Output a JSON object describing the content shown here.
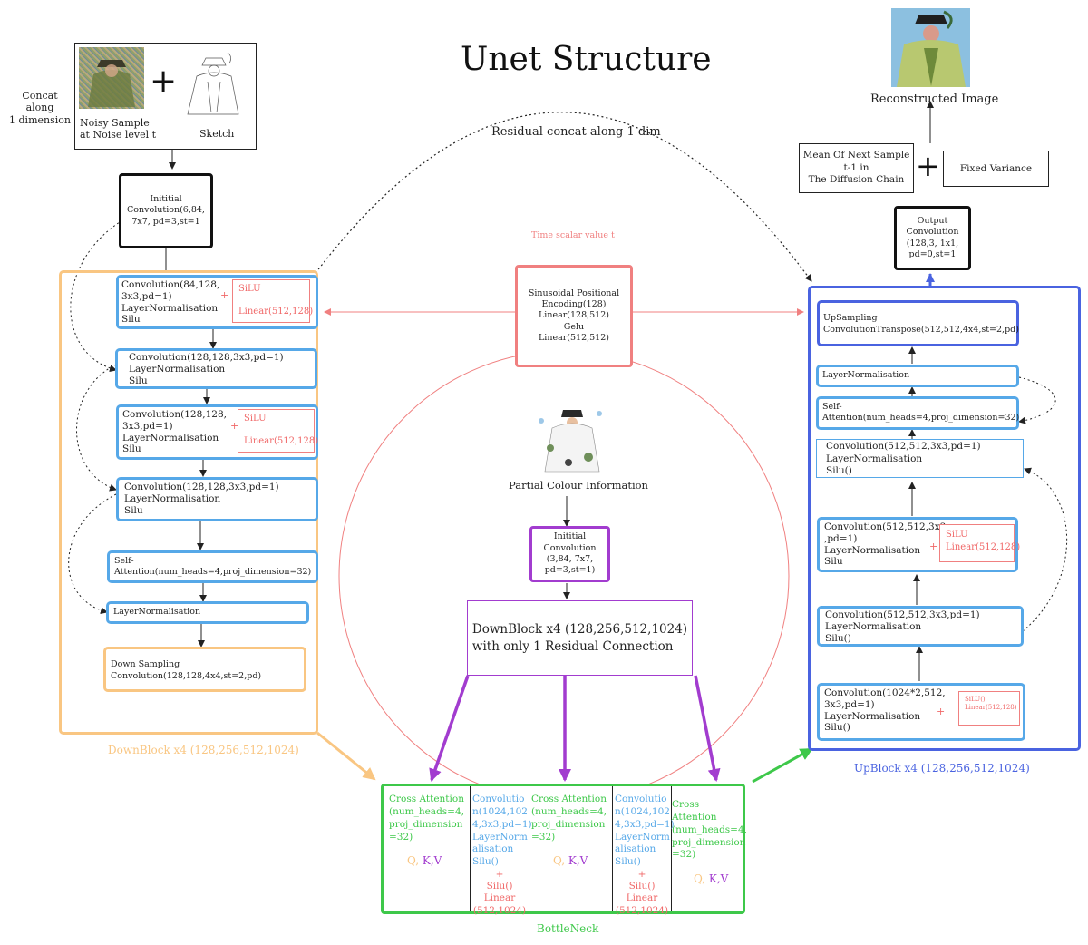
{
  "title": "Unet Structure",
  "colors": {
    "down": "#f9c682",
    "up": "#4a63e0",
    "bottleneck": "#3ec84a",
    "time": "#f08080",
    "partial": "#a020c0",
    "blue": "#56a8e8"
  },
  "input": {
    "concat_note": "Concat  along\n1 dimension",
    "noisy_label": "Noisy Sample\nat Noise level t",
    "sketch_label": "Sketch",
    "plus": "+"
  },
  "initial_conv": "Inititial\nConvolution(6,84,\n7x7, pd=3,st=1",
  "residual_label": "Residual concat along 1 dim",
  "time": {
    "label": "Time scalar value t",
    "box": "Sinusoidal Positional\nEncoding(128)\nLinear(128,512)\nGelu\nLinear(512,512)"
  },
  "partial": {
    "label": "Partial Colour Information",
    "initial_conv": "Inititial\nConvolution\n(3,84, 7x7,\npd=3,st=1)",
    "downblock": "DownBlock x4 (128,256,512,1024)\n  with only 1 Residual Connection"
  },
  "downblock": {
    "caption": "DownBlock x4 (128,256,512,1024)",
    "conv1": "Convolution(84,128,\n3x3,pd=1)\nLayerNormalisation\nSilu",
    "conv1_side_plus": "+",
    "conv1_side": "SiLU\n\nLinear(512,128)",
    "conv2": "Convolution(128,128,3x3,pd=1)\nLayerNormalisation\nSilu",
    "conv3": "Convolution(128,128,\n3x3,pd=1)\nLayerNormalisation\nSilu",
    "conv3_side_plus": "+",
    "conv3_side": "SiLU\n\nLinear(512,128)",
    "conv4": "Convolution(128,128,3x3,pd=1)\nLayerNormalisation\nSilu",
    "attention": "Self-\nAttention(num_heads=4,proj_dimension=32)",
    "layernorm": "LayerNormalisation",
    "downsampling": "Down Sampling\nConvolution(128,128,4x4,st=2,pd)"
  },
  "bottleneck": {
    "caption": "BottleNeck",
    "attn1": "Cross Attention\n(num_heads=4,\nproj_dimension\n=32)",
    "qkv_q": "Q, ",
    "qkv_kv": "K,V",
    "conv_block": "Convolutio\nn(1024,102\n4,3x3,pd=1)\nLayerNorm\nalisation\nSilu()",
    "conv_block2": "Convolutio\nn(1024,102\n4,3x3,pd=1)\nLayerNorm\nalisation\nSilu()",
    "conv_side": "+\nSilu()\nLinear\n(512,1024)",
    "attn2": "Cross Attention\n(num_heads=4,\nproj_dimension\n=32)",
    "attn3": "Cross Attention\n(num_heads=4,\nproj_dimension\n=32)"
  },
  "upblock": {
    "caption": "UpBlock x4 (128,256,512,1024)",
    "upsampling": "UpSampling\nConvolutionTranspose(512,512,4x4,st=2,pd)",
    "layernorm": "LayerNormalisation",
    "attention": "Self-\nAttention(num_heads=4,proj_dimension=32)",
    "conv_a": "Convolution(512,512,3x3,pd=1)\nLayerNormalisation\nSilu()",
    "conv_b": "Convolution(512,512,3x3\n,pd=1)\nLayerNormalisation\nSilu",
    "conv_b_side_plus": "+",
    "conv_b_side": "SiLU\nLinear(512,128)",
    "conv_c": "Convolution(512,512,3x3,pd=1)\nLayerNormalisation\nSilu()",
    "conv_d": "Convolution(1024*2,512,\n3x3,pd=1)\nLayerNormalisation\nSilu()",
    "conv_d_side_plus": "+",
    "conv_d_side": "SiLU()\nLinear(512,128)"
  },
  "output": {
    "output_conv": "Output\nConvolution\n(128,3, 1x1,\npd=0,st=1",
    "mean": "Mean Of Next Sample\nt-1  in\nThe Diffusion Chain",
    "plus": "+",
    "variance": "Fixed Variance",
    "reconstructed": "Reconstructed Image"
  }
}
